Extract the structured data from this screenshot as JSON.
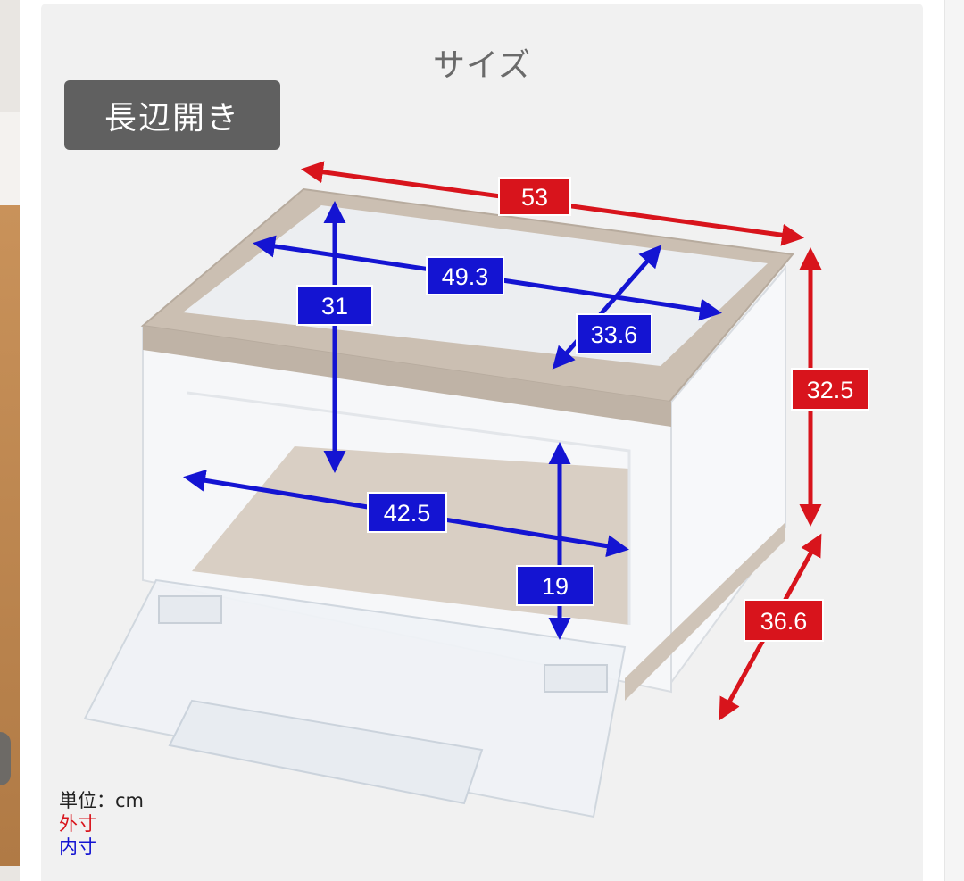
{
  "page_title": "サイズ",
  "badge": "長辺開き",
  "colors": {
    "outer": "#d8141c",
    "inner": "#1414d2",
    "badge_bg": "#606060",
    "card_bg": "#f1f1f1"
  },
  "dimensions": {
    "outer": {
      "width": "53",
      "height": "32.5",
      "depth": "36.6"
    },
    "inner": {
      "width_top": "49.3",
      "width_bottom": "42.5",
      "height": "31",
      "depth": "33.6",
      "opening_height": "19"
    }
  },
  "legend": {
    "unit": "単位：cm",
    "outer": "外寸",
    "inner": "内寸"
  }
}
